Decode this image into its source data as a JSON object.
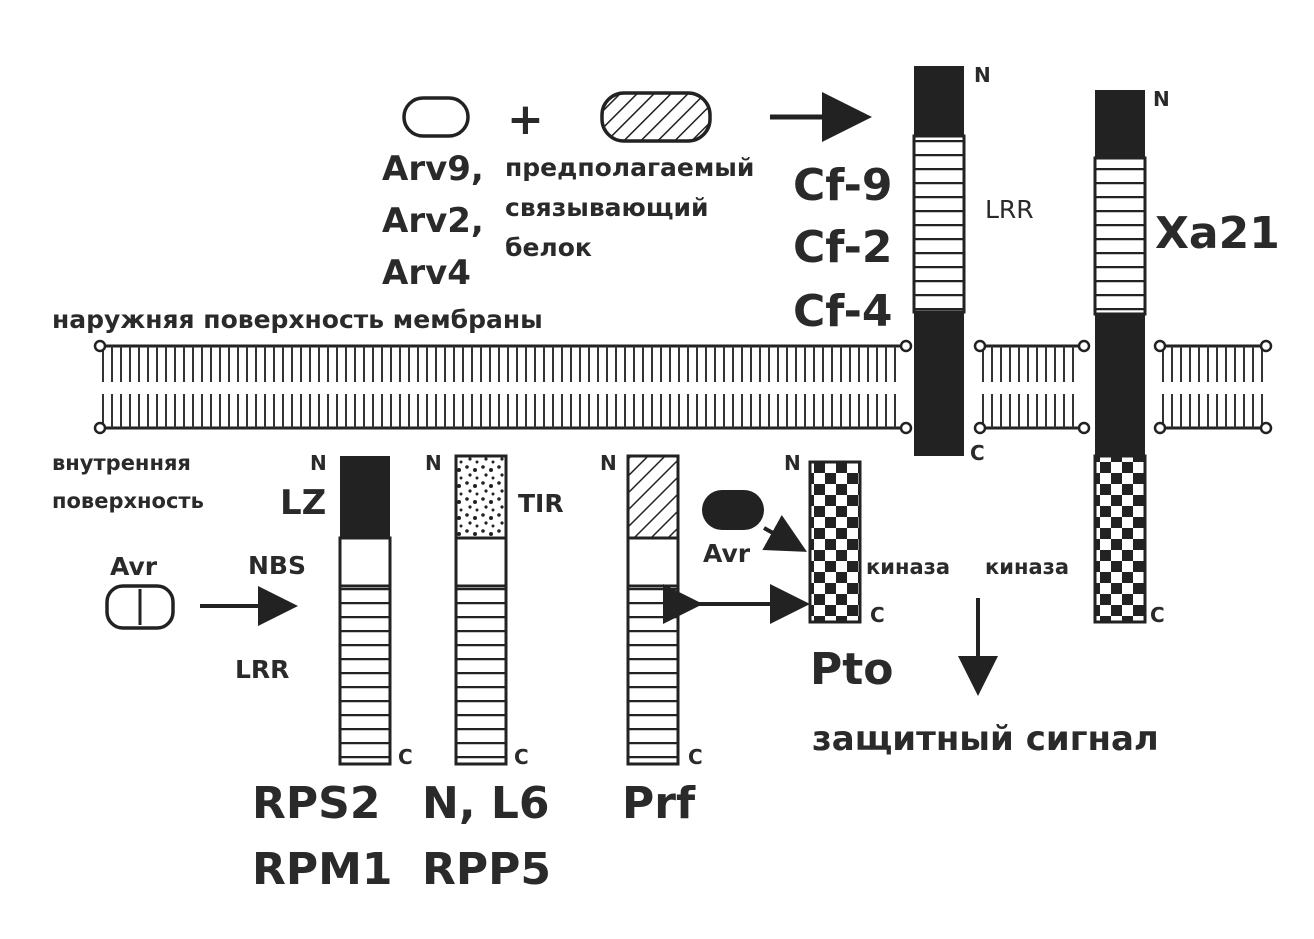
{
  "ligands": {
    "plus": "+",
    "arv9": "Arv9,",
    "arv2": "Arv2,",
    "arv4": "Arv4",
    "binding_line1": "предполагаемый",
    "binding_line2": "связывающий",
    "binding_line3": "белок"
  },
  "membrane": {
    "outer_label": "наружняя поверхность мембраны",
    "inner_label_line1": "внутренняя",
    "inner_label_line2": "поверхность"
  },
  "cf": {
    "n": "N",
    "c": "C",
    "lrr": "LRR",
    "name1": "Cf-9",
    "name2": "Cf-2",
    "name3": "Cf-4"
  },
  "xa21": {
    "n": "N",
    "c": "C",
    "name": "Xa21",
    "kinase": "киназа"
  },
  "rps": {
    "n": "N",
    "c": "C",
    "lz": "LZ",
    "nbs": "NBS",
    "lrr": "LRR",
    "avr": "Avr",
    "name1": "RPS2",
    "name2": "RPM1"
  },
  "nl6": {
    "n": "N",
    "c": "C",
    "tir": "TIR",
    "name1": "N, L6",
    "name2": "RPP5"
  },
  "prf": {
    "n": "N",
    "c": "C",
    "name": "Prf"
  },
  "pto": {
    "n": "N",
    "c": "C",
    "avr": "Avr",
    "kinase": "киназа",
    "name": "Pto"
  },
  "signal": {
    "label": "защитный сигнал"
  }
}
